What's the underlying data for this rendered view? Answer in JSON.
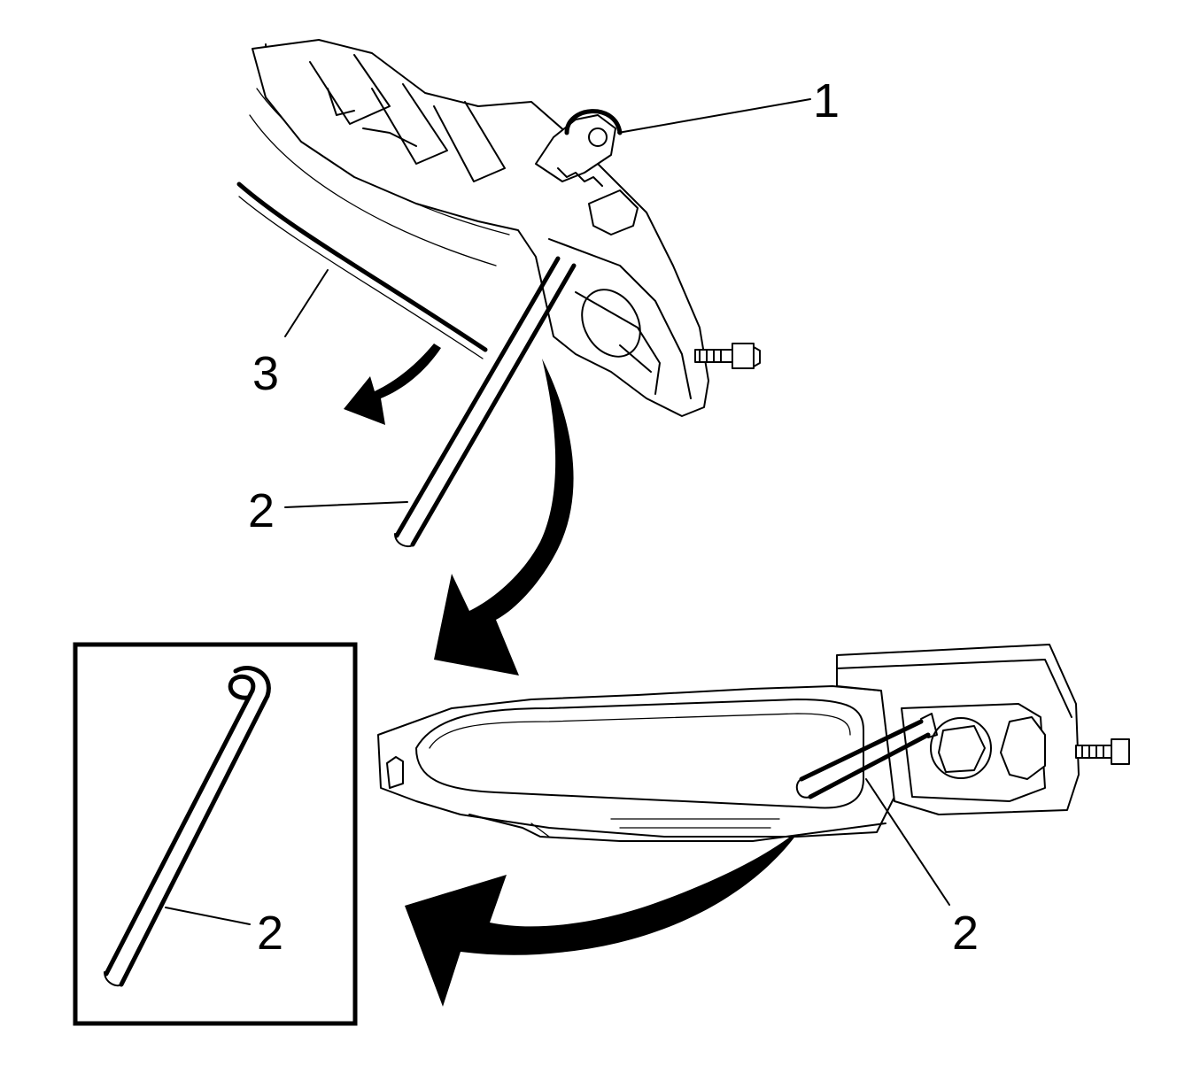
{
  "figure": {
    "callouts": [
      {
        "id": "c1",
        "text": "1"
      },
      {
        "id": "c2-top",
        "text": "2"
      },
      {
        "id": "c3",
        "text": "3"
      },
      {
        "id": "c2-right",
        "text": "2"
      },
      {
        "id": "c2-inset",
        "text": "2"
      }
    ],
    "colors": {
      "ink": "#000000",
      "paper": "#ffffff"
    }
  }
}
